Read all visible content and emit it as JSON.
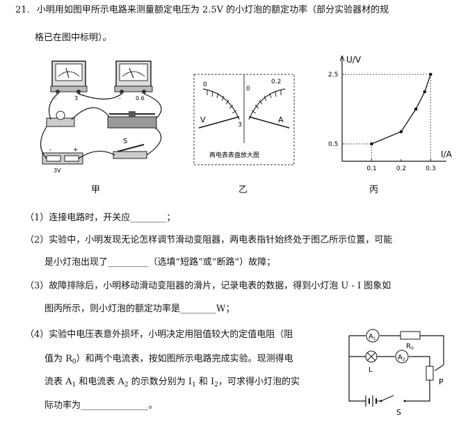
{
  "question": {
    "number": "21.",
    "stem_line1": "小明用如图甲所示电路来测量额定电压为 2.5V 的小灯泡的额定功率（部分实验器材的规",
    "stem_line2": "格已在图中标明）。"
  },
  "figures": {
    "jia": {
      "caption": "甲",
      "ammeter_labels": [
        "-",
        "0.6"
      ],
      "voltmeter_labels": [
        "-",
        "3"
      ],
      "switch_label": "S",
      "battery_label": "3V",
      "battery_signs": [
        "-",
        "+"
      ]
    },
    "yi": {
      "caption": "乙",
      "left_meter": {
        "letter": "V",
        "scale_start": "0",
        "scale_end": "3"
      },
      "right_meter": {
        "letter": "A",
        "scale_start": "0.2",
        "scale_end": "0"
      },
      "box_label": "两电表表盘放大图"
    },
    "bing": {
      "caption": "丙",
      "y_label": "U/V",
      "x_label": "I/A",
      "y_ticks": [
        "2.5",
        "0.5"
      ],
      "x_ticks": [
        "0.1",
        "0.2",
        "0.3"
      ]
    },
    "circuit4": {
      "labels": {
        "a1": "A",
        "a2": "A",
        "r0": "R",
        "l": "L",
        "p": "P",
        "s": "S"
      },
      "sub1": "1",
      "sub2": "2",
      "sub0": "0"
    }
  },
  "chart_data": {
    "type": "line",
    "xlabel": "I/A",
    "ylabel": "U/V",
    "x_ticks": [
      0.1,
      0.2,
      0.3
    ],
    "y_ticks": [
      0.5,
      2.5
    ],
    "xlim": [
      0,
      0.33
    ],
    "ylim": [
      0,
      2.8
    ],
    "series": [
      {
        "x": [
          0.1,
          0.2,
          0.25,
          0.28,
          0.3
        ],
        "y": [
          0.5,
          0.85,
          1.5,
          2.0,
          2.5
        ]
      }
    ]
  },
  "parts": {
    "p1": "（1）连接电路时，开关应________；",
    "p2a": "（2）实验中，小明发现无论怎样调节滑动变阻器，两电表指针始终处于图乙所示位置，可能",
    "p2b": "是小灯泡出现了_________（选填“短路”或“断路”）故障；",
    "p3a": "（3）故障排除后，小明移动滑动变阻器的滑片，记录电表的数据，得到小灯泡 U - I 图象如",
    "p3b": "图丙所示，则小灯泡的额定功率是________W；",
    "p4a": "（4）实验中电压表意外损坏，小明决定用阻值较大的定值电阻（阻",
    "p4b_pre": "值为 R",
    "p4b_sub": "0",
    "p4b_post": "）和两个电流表，按如图所示电路完成实验。现测得电",
    "p4c_pre": "流表 A",
    "p4c_sub1": "1",
    "p4c_mid": " 和电流表 A",
    "p4c_sub2": "2",
    "p4c_mid2": " 的示数分别为 I",
    "p4c_sub3": "1",
    "p4c_mid3": " 和 I",
    "p4c_sub4": "2",
    "p4c_post": "，可求得小灯泡的实",
    "p4d": "际功率为_______________。"
  }
}
